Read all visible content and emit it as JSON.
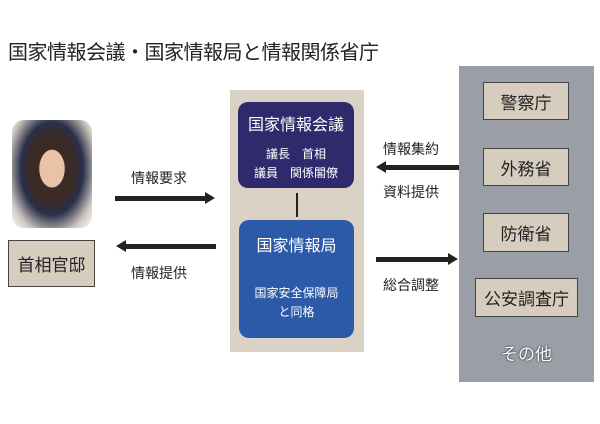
{
  "title": "国家情報会議・国家情報局と情報関係省庁",
  "left": {
    "office": "首相官邸",
    "request_label": "情報要求",
    "provide_label": "情報提供"
  },
  "center": {
    "council": {
      "name": "国家情報会議",
      "line1": "議長　首相",
      "line2": "議員　関係閣僚"
    },
    "bureau": {
      "name": "国家情報局",
      "note1": "国家安全保障局",
      "note2": "と同格"
    }
  },
  "right_arrows": {
    "collect_label": "情報集約",
    "materials_label": "資料提供",
    "coord_label": "総合調整"
  },
  "agencies": [
    "警察庁",
    "外務省",
    "防衛省",
    "公安調査庁"
  ],
  "agencies_other": "その他",
  "colors": {
    "council": "#2e2a6b",
    "bureau": "#2d5aa8",
    "panel": "#d9d2c5",
    "agency_panel": "#9a9ea6",
    "box": "#d6cdbf"
  }
}
